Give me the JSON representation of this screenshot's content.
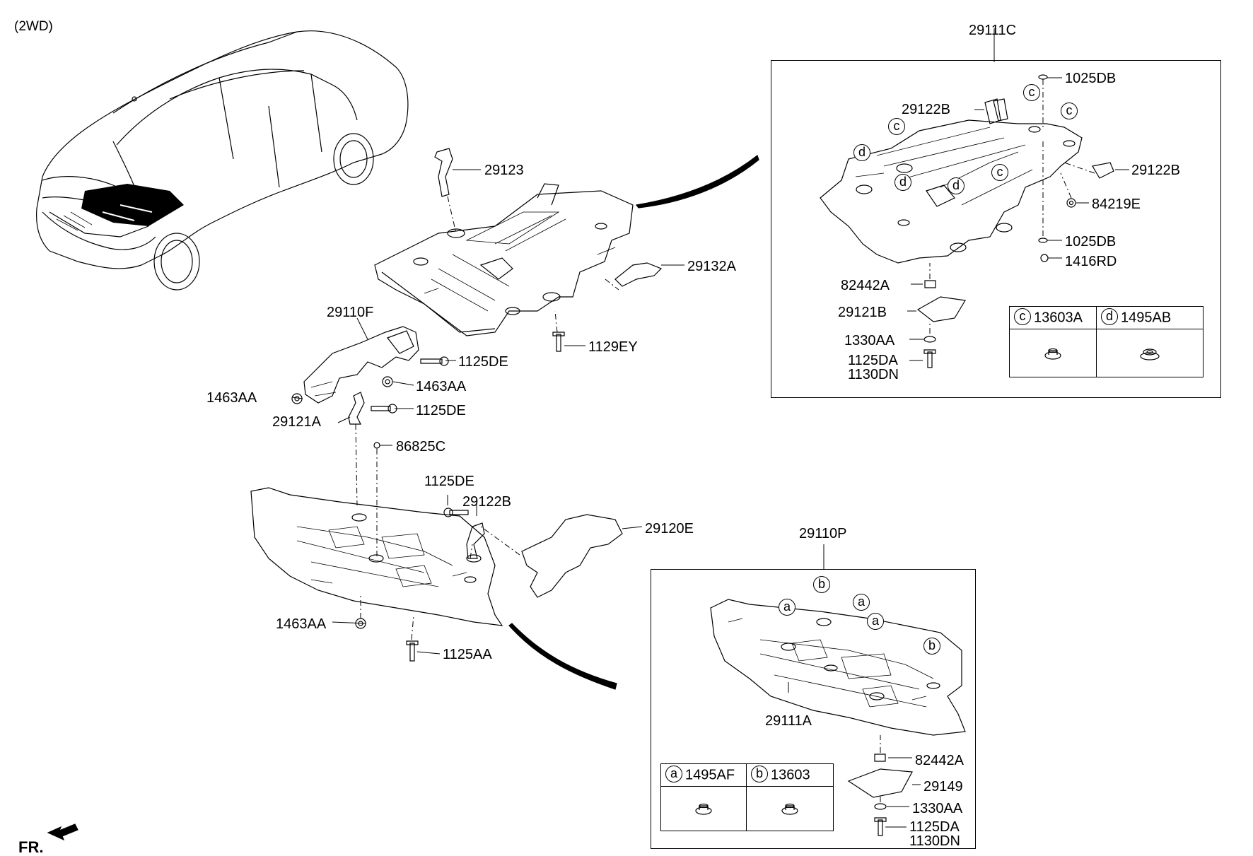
{
  "header": {
    "variant": "(2WD)"
  },
  "footer": {
    "direction": "FR."
  },
  "labels": {
    "p29123": "29123",
    "p29132A": "29132A",
    "p1129EY": "1129EY",
    "p29110F": "29110F",
    "p1125DE_a": "1125DE",
    "p1463AA_a": "1463AA",
    "p1463AA_b": "1463AA",
    "p1125DE_b": "1125DE",
    "p29121A": "29121A",
    "p86825C": "86825C",
    "p1125DE_c": "1125DE",
    "p29122B_a": "29122B",
    "p29120E": "29120E",
    "p1463AA_c": "1463AA",
    "p1125AA": "1125AA"
  },
  "upper_box": {
    "title": "29111C",
    "labels": {
      "p1025DB_a": "1025DB",
      "p29122B_b": "29122B",
      "p29122B_c": "29122B",
      "p84219E": "84219E",
      "p1025DB_b": "1025DB",
      "p1416RD": "1416RD",
      "p82442A": "82442A",
      "p29121B": "29121B",
      "p1330AA": "1330AA",
      "p1125DA": "1125DA",
      "p1130DN": "1130DN"
    },
    "callouts": [
      "c",
      "c",
      "c",
      "c",
      "d",
      "d",
      "d"
    ],
    "legend": [
      {
        "key": "c",
        "part": "13603A"
      },
      {
        "key": "d",
        "part": "1495AB"
      }
    ]
  },
  "lower_box": {
    "title": "29110P",
    "labels": {
      "p29111A": "29111A",
      "p82442A": "82442A",
      "p29149": "29149",
      "p1330AA": "1330AA",
      "p1125DA": "1125DA",
      "p1130DN": "1130DN"
    },
    "callouts": [
      "a",
      "b",
      "a",
      "a",
      "b"
    ],
    "legend": [
      {
        "key": "a",
        "part": "1495AF"
      },
      {
        "key": "b",
        "part": "13603"
      }
    ]
  }
}
